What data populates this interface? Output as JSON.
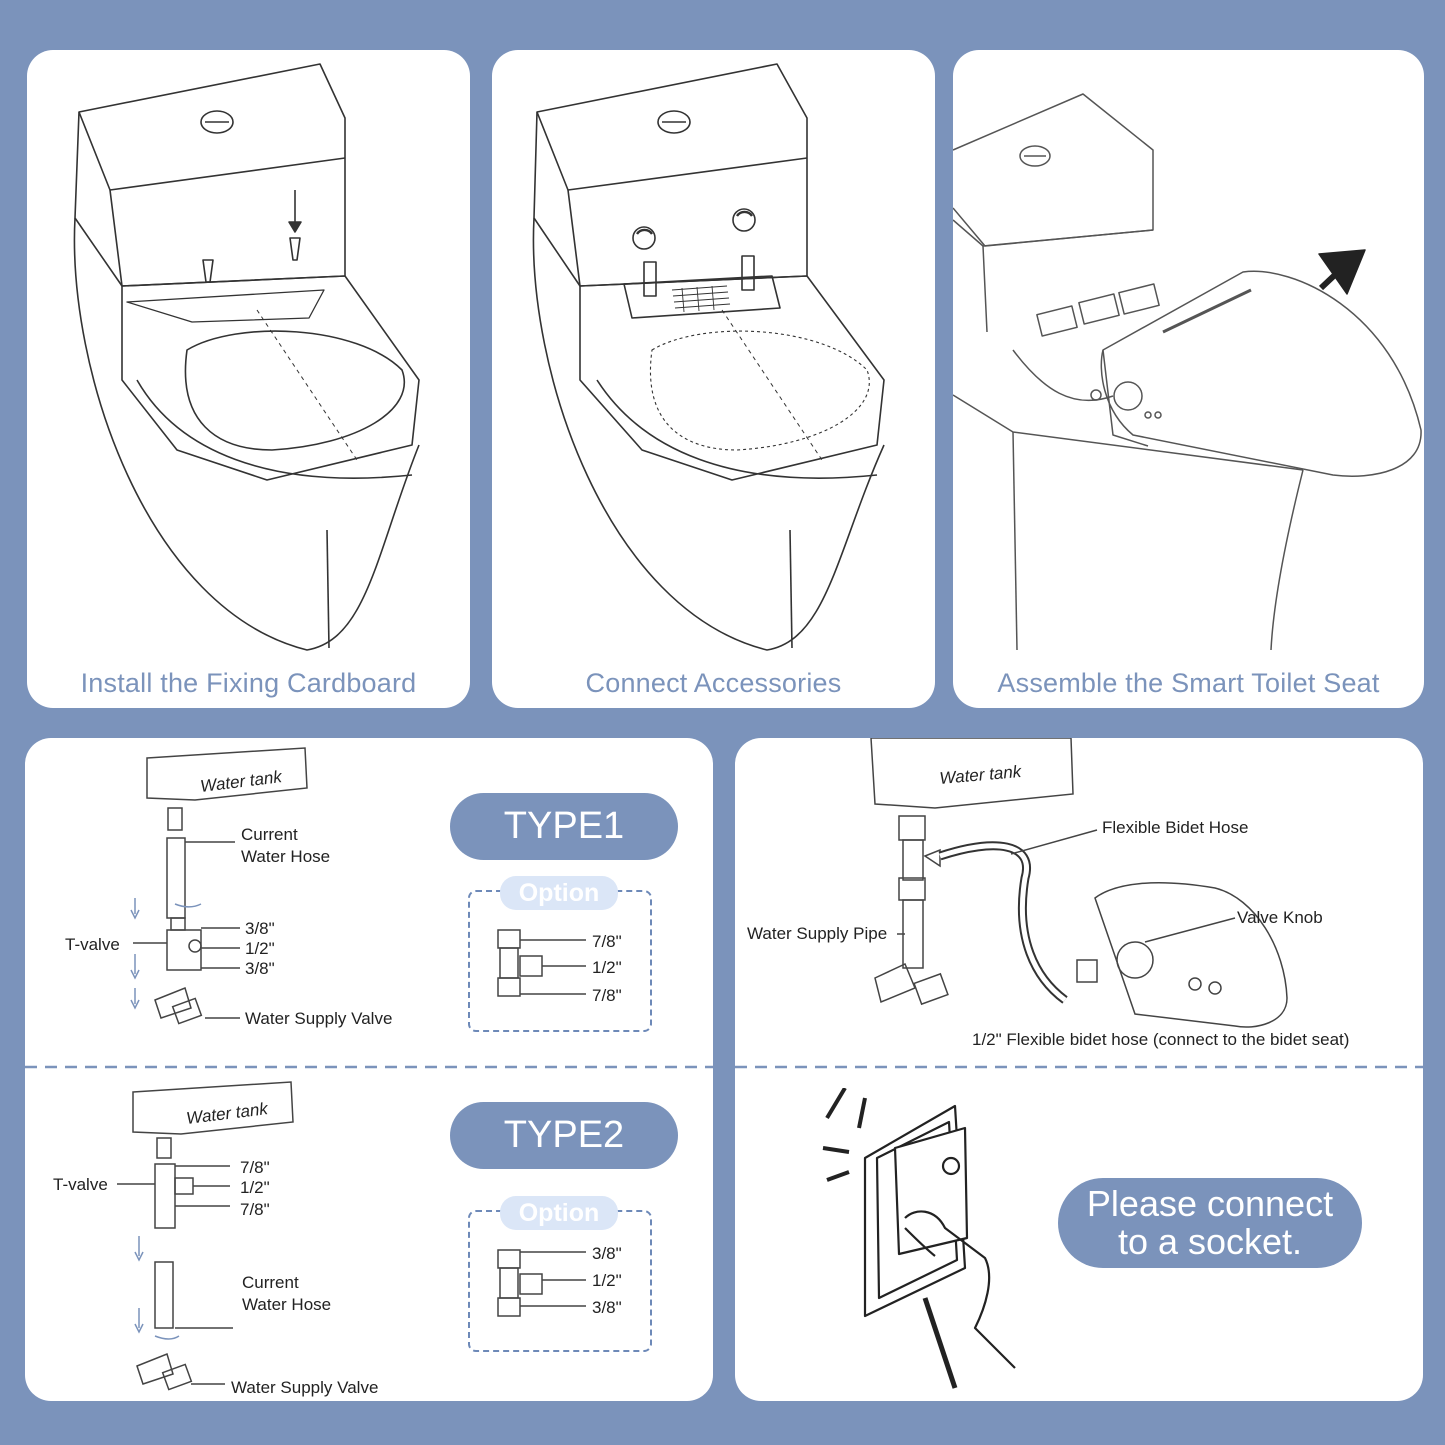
{
  "steps": [
    {
      "title": "Install the Fixing Cardboard"
    },
    {
      "title": "Connect Accessories"
    },
    {
      "title": "Assemble the Smart Toilet Seat"
    }
  ],
  "type1": {
    "badge": "TYPE1",
    "water_tank": "Water tank",
    "current_hose": [
      "Current",
      "Water Hose"
    ],
    "t_valve": "T-valve",
    "sizes": [
      "3/8\"",
      "1/2\"",
      "3/8\""
    ],
    "supply_valve": "Water Supply Valve",
    "option_label": "Option",
    "option_sizes": [
      "7/8\"",
      "1/2\"",
      "7/8\""
    ]
  },
  "type2": {
    "badge": "TYPE2",
    "water_tank": "Water tank",
    "t_valve": "T-valve",
    "sizes": [
      "7/8\"",
      "1/2\"",
      "7/8\""
    ],
    "current_hose": [
      "Current",
      "Water Hose"
    ],
    "supply_valve": "Water Supply Valve",
    "option_label": "Option",
    "option_sizes": [
      "3/8\"",
      "1/2\"",
      "3/8\""
    ]
  },
  "connection": {
    "water_tank": "Water tank",
    "flexible_hose": "Flexible Bidet Hose",
    "valve_knob": "Valve Knob",
    "supply_pipe": "Water Supply Pipe",
    "half_inch_hose": "1/2\" Flexible bidet hose (connect to the bidet seat)"
  },
  "socket": {
    "message_line1": "Please connect",
    "message_line2": "to a socket."
  },
  "colors": {
    "background": "#7b93bb",
    "card": "#ffffff",
    "accent": "#7b93bb",
    "option_tag": "#dbe6f7"
  }
}
